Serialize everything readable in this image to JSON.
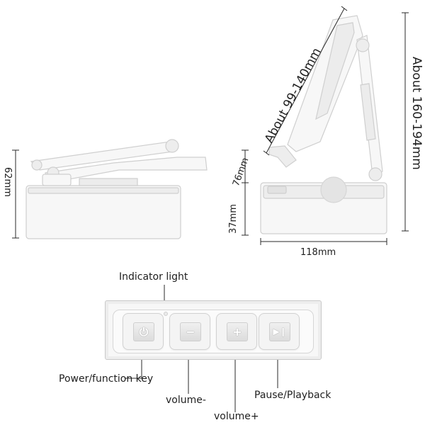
{
  "dimensions": {
    "left_height": "62mm",
    "arm_length": "About 99-140mm",
    "total_height": "About 160-194mm",
    "arm_height": "76mm",
    "base_height": "37mm",
    "base_width": "118mm"
  },
  "callouts": {
    "indicator": "Indicator light",
    "power": "Power/function key",
    "volume_down": "volume-",
    "volume_up": "volume+",
    "pause_play": "Pause/Playback"
  },
  "buttons": [
    {
      "name": "power",
      "icon": "power-icon",
      "glyph": "⏻"
    },
    {
      "name": "volume-down",
      "icon": "minus-icon",
      "glyph": "−"
    },
    {
      "name": "volume-up",
      "icon": "plus-icon",
      "glyph": "+"
    },
    {
      "name": "pause-play",
      "icon": "play-pause-icon",
      "glyph": "▶❙"
    }
  ],
  "colors": {
    "line": "#2a2a2a",
    "device_edge": "#cfcfcf",
    "device_fill": "#f6f6f6"
  }
}
